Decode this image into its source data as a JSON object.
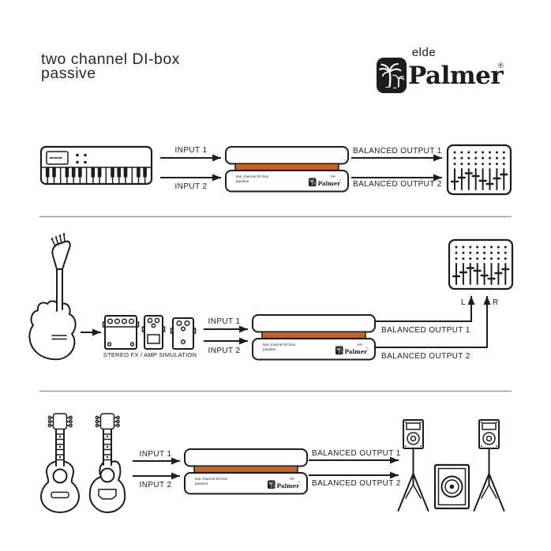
{
  "header": {
    "title_line1": "two channel DI-box",
    "title_line2": "passive"
  },
  "brand": {
    "sub": "elde",
    "name": "Palmer",
    "registered": "®",
    "icon": "palm-tree-icon"
  },
  "device": {
    "label_line1": "two channel DI-box",
    "label_line2": "passive",
    "brand_sub": "elde",
    "brand_name": "Palmer",
    "registered": "®"
  },
  "rows": [
    {
      "source": "midi-keyboard",
      "input1": "INPUT 1",
      "input2": "INPUT 2",
      "output1": "BALANCED OUTPUT 1",
      "output2": "BALANCED OUTPUT 2",
      "destination": "mixing-console"
    },
    {
      "source": "electric-guitar",
      "fx_label": "STEREO FX / AMP SIMULATION",
      "input1": "INPUT 1",
      "input2": "INPUT 2",
      "output1": "BALANCED OUTPUT 1",
      "output2": "BALANCED OUTPUT 2",
      "left": "L",
      "right": "R",
      "destination": "mixing-console"
    },
    {
      "source": "acoustic-guitars",
      "input1": "INPUT 1",
      "input2": "INPUT 2",
      "output1": "BALANCED OUTPUT 1",
      "output2": "BALANCED OUTPUT 2",
      "destination": "pa-speakers"
    }
  ],
  "colors": {
    "line": "#1d1d1b",
    "stripe_orange": "#c86127",
    "divider_gray": "#9b9b9b",
    "background": "#ffffff"
  }
}
